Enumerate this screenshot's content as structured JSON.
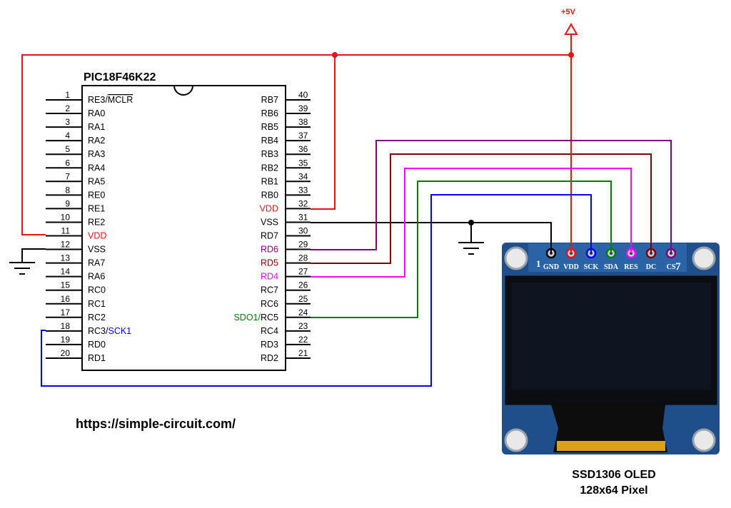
{
  "colors": {
    "vdd": "#ee1111",
    "gnd": "#000000",
    "cs": "#800080",
    "dc": "#800000",
    "res": "#ff00ff",
    "sda": "#008000",
    "sck": "#0000ff"
  },
  "chip": {
    "name": "PIC18F46K22",
    "left_pins": [
      {
        "num": "1",
        "label": "RE3/",
        "label2": "MCLR"
      },
      {
        "num": "2",
        "label": "RA0"
      },
      {
        "num": "3",
        "label": "RA1"
      },
      {
        "num": "4",
        "label": "RA2"
      },
      {
        "num": "5",
        "label": "RA3"
      },
      {
        "num": "6",
        "label": "RA4"
      },
      {
        "num": "7",
        "label": "RA5"
      },
      {
        "num": "8",
        "label": "RE0"
      },
      {
        "num": "9",
        "label": "RE1"
      },
      {
        "num": "10",
        "label": "RE2"
      },
      {
        "num": "11",
        "label": "VDD"
      },
      {
        "num": "12",
        "label": "VSS"
      },
      {
        "num": "13",
        "label": "RA7"
      },
      {
        "num": "14",
        "label": "RA6"
      },
      {
        "num": "15",
        "label": "RC0"
      },
      {
        "num": "16",
        "label": "RC1"
      },
      {
        "num": "17",
        "label": "RC2"
      },
      {
        "num": "18",
        "label": "RC3/",
        "label2": "SCK1"
      },
      {
        "num": "19",
        "label": "RD0"
      },
      {
        "num": "20",
        "label": "RD1"
      }
    ],
    "right_pins": [
      {
        "num": "40",
        "label": "RB7"
      },
      {
        "num": "39",
        "label": "RB6"
      },
      {
        "num": "38",
        "label": "RB5"
      },
      {
        "num": "37",
        "label": "RB4"
      },
      {
        "num": "36",
        "label": "RB3"
      },
      {
        "num": "35",
        "label": "RB2"
      },
      {
        "num": "34",
        "label": "RB1"
      },
      {
        "num": "33",
        "label": "RB0"
      },
      {
        "num": "32",
        "label": "VDD"
      },
      {
        "num": "31",
        "label": "VSS"
      },
      {
        "num": "30",
        "label": "RD7"
      },
      {
        "num": "29",
        "label": "RD6"
      },
      {
        "num": "28",
        "label": "RD5"
      },
      {
        "num": "27",
        "label": "RD4"
      },
      {
        "num": "26",
        "label": "RC7"
      },
      {
        "num": "25",
        "label": "RC6"
      },
      {
        "num": "24",
        "label": "SDO1/",
        "label2": "RC5"
      },
      {
        "num": "23",
        "label": "RC4"
      },
      {
        "num": "22",
        "label": "RD3"
      },
      {
        "num": "21",
        "label": "RD2"
      }
    ]
  },
  "supply_label": "+5V",
  "oled": {
    "pins": [
      "GND",
      "VDD",
      "SCK",
      "SDA",
      "RES",
      "DC",
      "CS"
    ],
    "marker_left": "1",
    "marker_right": "7",
    "caption_line1": "SSD1306 OLED",
    "caption_line2": "128x64 Pixel"
  },
  "url": "https://simple-circuit.com/"
}
